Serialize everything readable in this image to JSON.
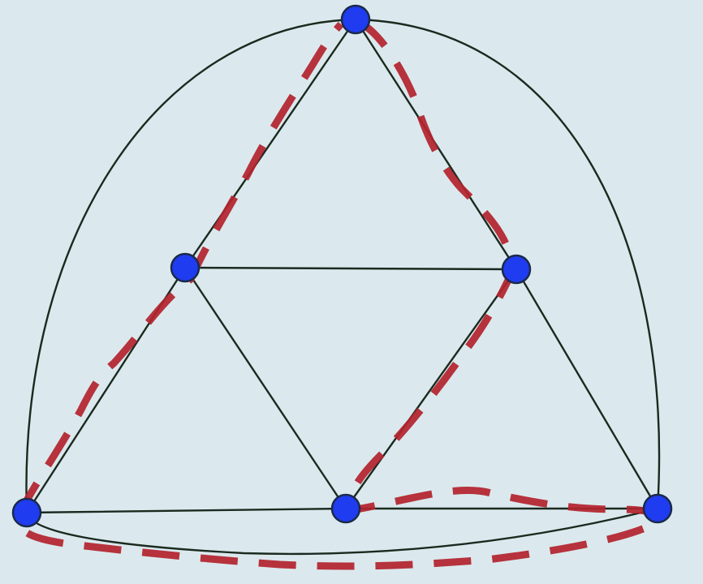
{
  "diagram": {
    "type": "planar-graph",
    "vertex_count": 6,
    "edge_count": 12,
    "highlighted_cycle": "hamiltonian",
    "colors": {
      "background": "#dbe9ee",
      "edge": "#1a2a1e",
      "vertex_fill": "#1f3cf0",
      "cycle": "#b3242e"
    },
    "vertices": [
      "top",
      "mid-left",
      "mid-right",
      "bottom-left",
      "bottom-mid",
      "bottom-right"
    ],
    "edges": [
      [
        "top",
        "mid-left"
      ],
      [
        "top",
        "mid-right"
      ],
      [
        "mid-left",
        "mid-right"
      ],
      [
        "mid-left",
        "bottom-left"
      ],
      [
        "mid-left",
        "bottom-mid"
      ],
      [
        "mid-right",
        "bottom-mid"
      ],
      [
        "mid-right",
        "bottom-right"
      ],
      [
        "bottom-left",
        "bottom-mid"
      ],
      [
        "bottom-mid",
        "bottom-right"
      ],
      [
        "top",
        "bottom-left"
      ],
      [
        "top",
        "bottom-right"
      ],
      [
        "bottom-left",
        "bottom-right"
      ]
    ],
    "cycle_order": [
      "top",
      "mid-right",
      "bottom-mid",
      "bottom-right",
      "bottom-left",
      "mid-left",
      "top"
    ]
  }
}
